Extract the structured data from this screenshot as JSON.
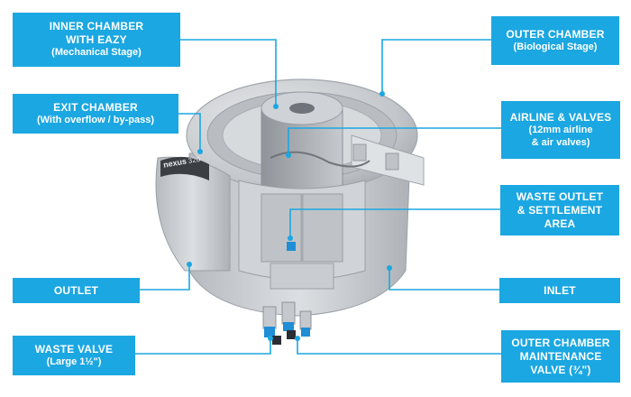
{
  "labels": {
    "inner_chamber": {
      "title_l1": "INNER CHAMBER",
      "title_l2": "WITH EAZY",
      "sub": "(Mechanical Stage)"
    },
    "outer_chamber": {
      "title": "OUTER CHAMBER",
      "sub": "(Biological Stage)"
    },
    "exit_chamber": {
      "title": "EXIT CHAMBER",
      "sub": "(With overflow / by-pass)"
    },
    "airline_valves": {
      "title": "AIRLINE & VALVES",
      "sub_l1": "(12mm airline",
      "sub_l2": "& air valves)"
    },
    "waste_outlet": {
      "l1": "WASTE OUTLET",
      "l2": "& SETTLEMENT",
      "l3": "AREA"
    },
    "outlet": {
      "title": "OUTLET"
    },
    "inlet": {
      "title": "INLET"
    },
    "waste_valve": {
      "title": "WASTE VALVE",
      "sub": "(Large 1½\")"
    },
    "maintenance_valve": {
      "l1": "OUTER CHAMBER",
      "l2": "MAINTENANCE",
      "l3": "VALVE (¾\")"
    }
  },
  "product_badge": {
    "brand": "nexus",
    "model": "320"
  },
  "colors": {
    "label_bg": "#1ba7e1",
    "label_text": "#ffffff",
    "leader_line": "#1ba7e1",
    "body_grey": "#c9ccd0",
    "valve_blue": "#1e8ed6"
  }
}
